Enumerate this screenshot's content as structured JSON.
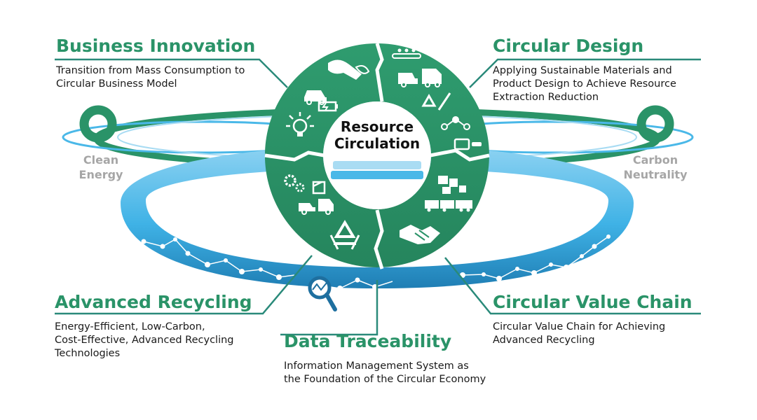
{
  "center": {
    "line1": "Resource",
    "line2": "Circulation"
  },
  "sections": {
    "business_innovation": {
      "title": "Business Innovation",
      "desc_line1": "Transition from Mass Consumption to",
      "desc_line2": "Circular Business Model"
    },
    "circular_design": {
      "title": "Circular Design",
      "desc_line1": "Applying Sustainable Materials and",
      "desc_line2": "Product Design to Achieve Resource",
      "desc_line3": "Extraction Reduction"
    },
    "advanced_recycling": {
      "title": "Advanced Recycling",
      "desc_line1": "Energy-Efficient, Low-Carbon,",
      "desc_line2": "Cost-Effective, Advanced Recycling",
      "desc_line3": "Technologies"
    },
    "circular_value_chain": {
      "title": "Circular Value Chain",
      "desc_line1": "Circular Value Chain for Achieving",
      "desc_line2": "Advanced Recycling"
    },
    "data_traceability": {
      "title": "Data Traceability",
      "desc_line1": "Information Management System as",
      "desc_line2": "the Foundation of the Circular Economy"
    }
  },
  "side_labels": {
    "clean_energy": {
      "line1": "Clean",
      "line2": "Energy"
    },
    "carbon_neutrality": {
      "line1": "Carbon",
      "line2": "Neutrality"
    }
  },
  "icons": {
    "business_innovation": [
      "hand-leaf-icon",
      "car-icon",
      "battery-icon",
      "lightbulb-icon"
    ],
    "circular_design": [
      "conveyor-icon",
      "truck-icon",
      "recycle-pencil-icon",
      "molecule-icon",
      "battery-pack-icon"
    ],
    "advanced_recycling": [
      "gears-icon",
      "car-door-icon",
      "truck-icon",
      "recycle-icon"
    ],
    "circular_value_chain": [
      "puzzle-pieces-icon",
      "train-icon",
      "handshake-icon"
    ],
    "data_traceability": [
      "magnifier-icon"
    ]
  },
  "colors": {
    "green": "#2a9368",
    "blue": "#4ab8e8",
    "dark_blue": "#1e6f9f",
    "light_blue": "#a9dcf3",
    "teal_line": "#2a8a7a",
    "grey_label": "#a6a6a6"
  }
}
